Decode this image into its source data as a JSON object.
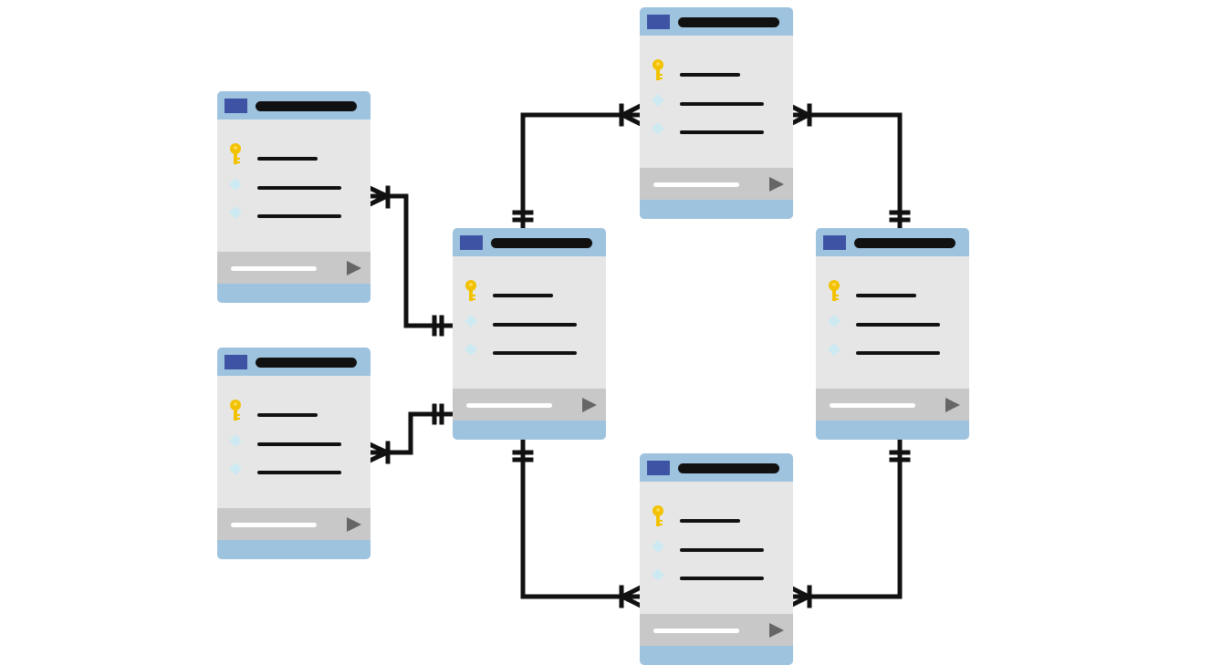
{
  "colors": {
    "header": "#9ec3df",
    "header_icon": "#3f53a4",
    "card_body": "#e6e6e6",
    "footer": "#c9c8c8",
    "key": "#f2c200",
    "field_diamond": "#cde9f2",
    "line": "#111111",
    "play_arrow": "#666666"
  },
  "diagram": {
    "tables": [
      {
        "id": "table-left-top",
        "rows": [
          {
            "icon": "key-icon"
          },
          {
            "icon": "diamond-icon"
          },
          {
            "icon": "diamond-icon"
          }
        ],
        "footer_icon": "play-icon"
      },
      {
        "id": "table-left-bottom",
        "rows": [
          {
            "icon": "key-icon"
          },
          {
            "icon": "diamond-icon"
          },
          {
            "icon": "diamond-icon"
          }
        ],
        "footer_icon": "play-icon"
      },
      {
        "id": "table-center",
        "rows": [
          {
            "icon": "key-icon"
          },
          {
            "icon": "diamond-icon"
          },
          {
            "icon": "diamond-icon"
          }
        ],
        "footer_icon": "play-icon"
      },
      {
        "id": "table-top",
        "rows": [
          {
            "icon": "key-icon"
          },
          {
            "icon": "diamond-icon"
          },
          {
            "icon": "diamond-icon"
          }
        ],
        "footer_icon": "play-icon"
      },
      {
        "id": "table-right",
        "rows": [
          {
            "icon": "key-icon"
          },
          {
            "icon": "diamond-icon"
          },
          {
            "icon": "diamond-icon"
          }
        ],
        "footer_icon": "play-icon"
      },
      {
        "id": "table-bottom",
        "rows": [
          {
            "icon": "key-icon"
          },
          {
            "icon": "diamond-icon"
          },
          {
            "icon": "diamond-icon"
          }
        ],
        "footer_icon": "play-icon"
      }
    ],
    "relationships": [
      {
        "id": "rel-lefttop-center",
        "from": "table-center",
        "from_end": "one",
        "to": "table-left-top",
        "to_end": "many"
      },
      {
        "id": "rel-leftbottom-center",
        "from": "table-center",
        "from_end": "one",
        "to": "table-left-bottom",
        "to_end": "many"
      },
      {
        "id": "rel-center-top",
        "from": "table-center",
        "from_end": "one",
        "to": "table-top",
        "to_end": "many"
      },
      {
        "id": "rel-right-top",
        "from": "table-right",
        "from_end": "one",
        "to": "table-top",
        "to_end": "many"
      },
      {
        "id": "rel-center-bottom",
        "from": "table-center",
        "from_end": "one",
        "to": "table-bottom",
        "to_end": "many"
      },
      {
        "id": "rel-right-bottom",
        "from": "table-right",
        "from_end": "one",
        "to": "table-bottom",
        "to_end": "many"
      }
    ]
  }
}
